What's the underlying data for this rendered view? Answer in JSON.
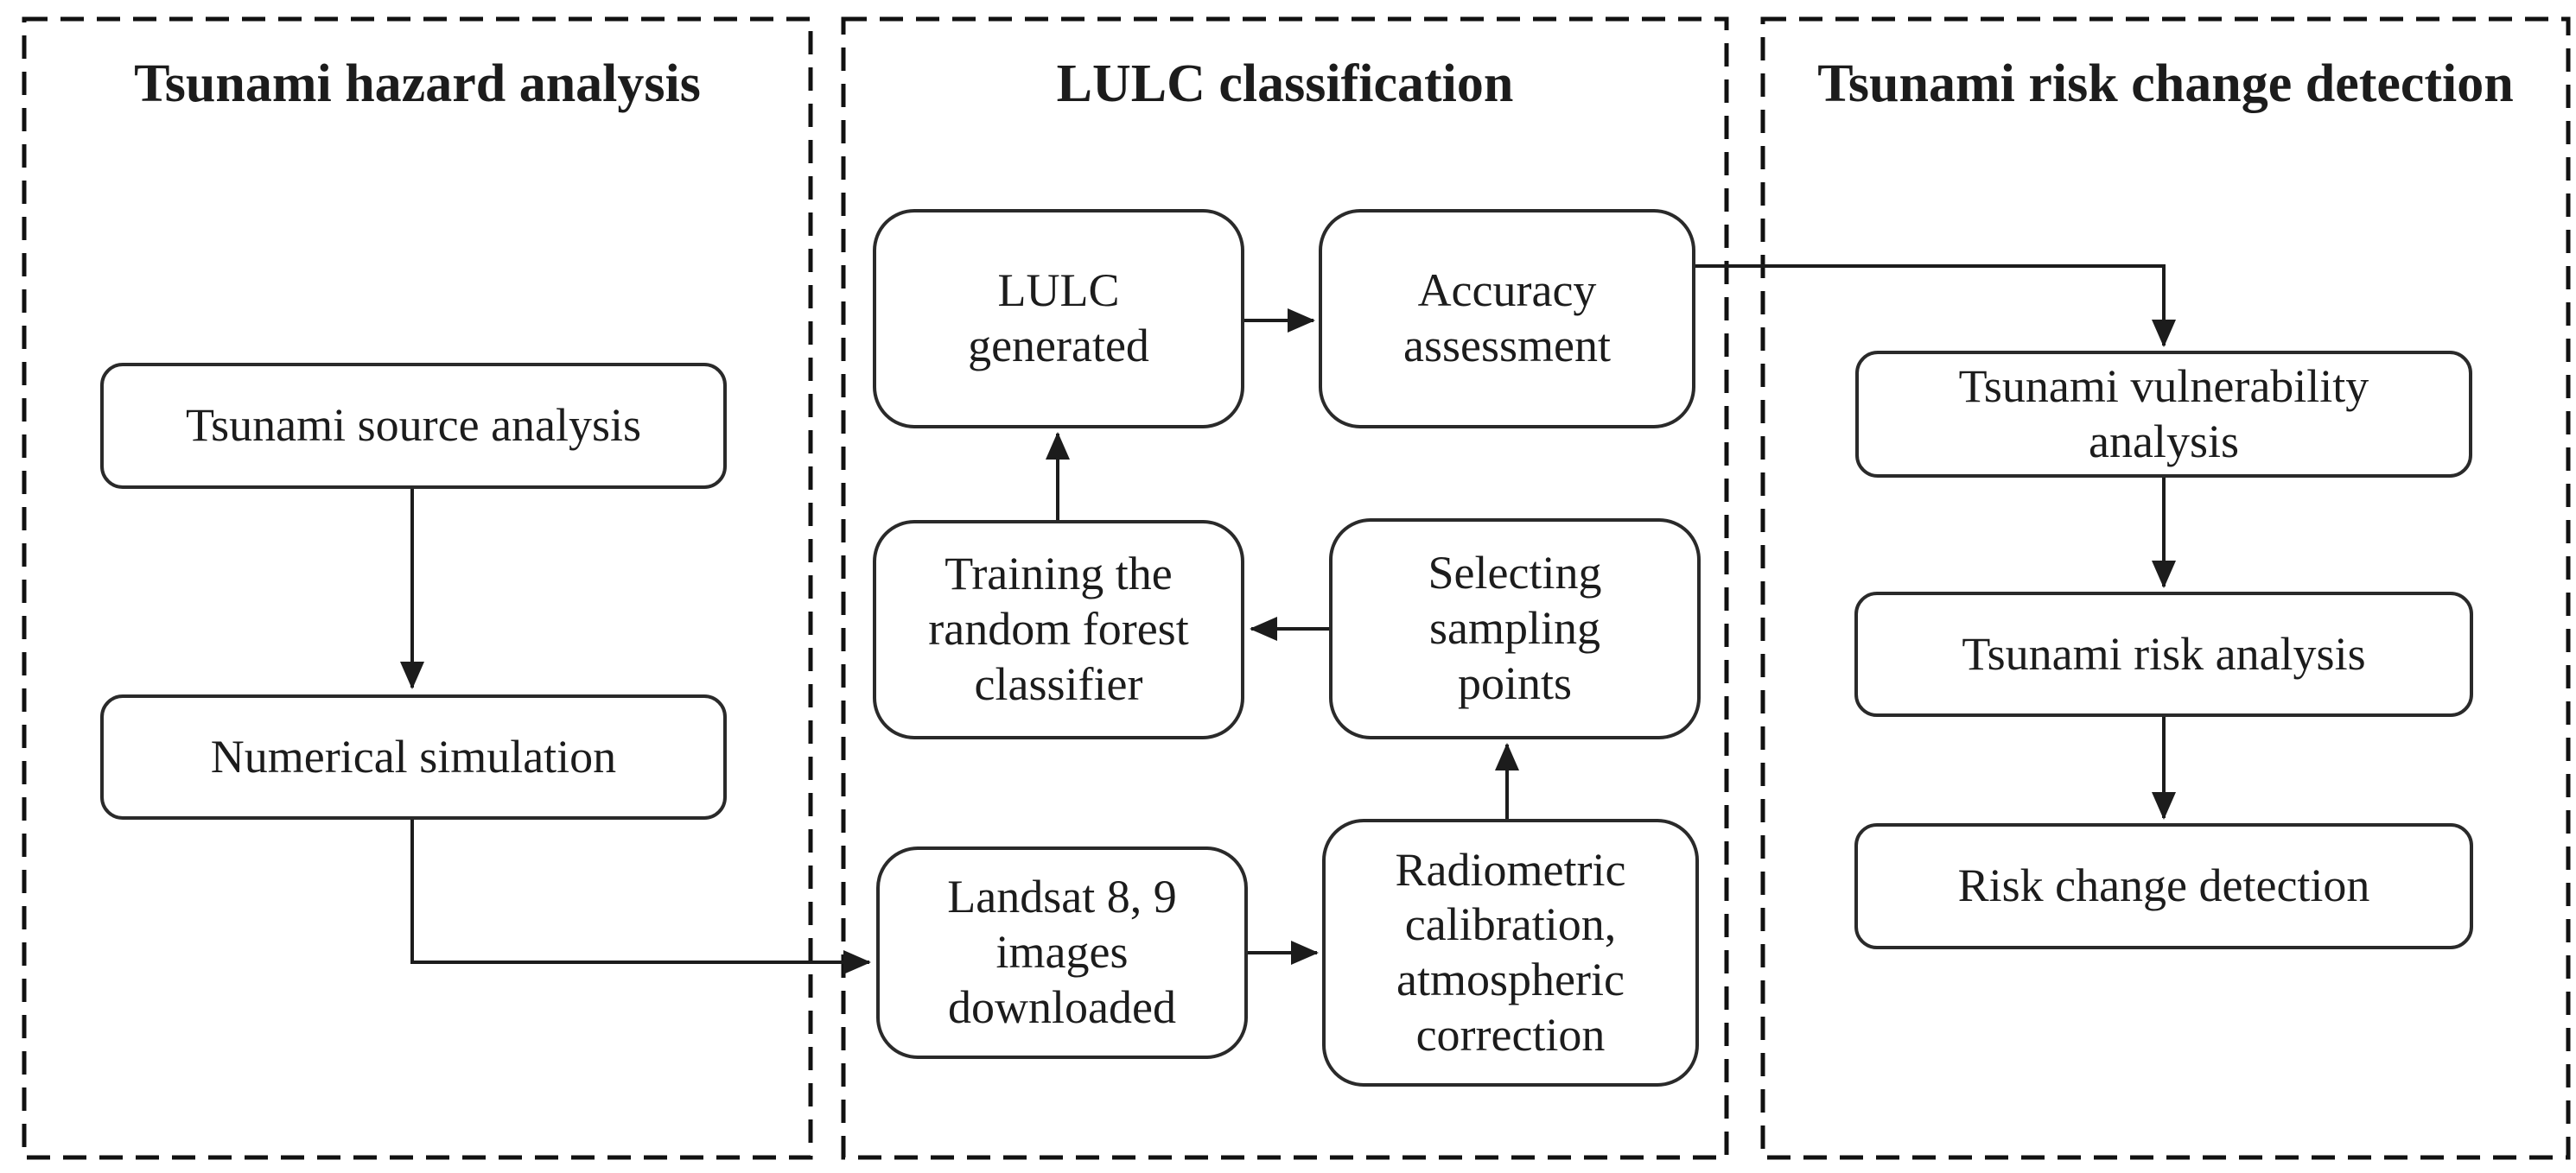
{
  "figure": {
    "type": "flowchart",
    "panels": [
      {
        "title": "Tsunami hazard analysis",
        "boxes": [
          {
            "label": "Tsunami source analysis"
          },
          {
            "label": "Numerical simulation"
          }
        ]
      },
      {
        "title": "LULC classification",
        "boxes": [
          {
            "label": "LULC generated"
          },
          {
            "label": "Accuracy assessment"
          },
          {
            "label": "Training the random forest classifier"
          },
          {
            "label": "Selecting sampling points"
          },
          {
            "label": "Landsat 8, 9 images downloaded"
          },
          {
            "label": "Radiometric calibration, atmospheric correction"
          }
        ]
      },
      {
        "title": "Tsunami risk change detection",
        "boxes": [
          {
            "label": "Tsunami vulnerability analysis"
          },
          {
            "label": "Tsunami risk analysis"
          },
          {
            "label": "Risk change detection"
          }
        ]
      }
    ],
    "colors": {
      "background": "#ffffff",
      "ink": "#1c1c1c",
      "box_border": "#2a2a2a"
    }
  }
}
